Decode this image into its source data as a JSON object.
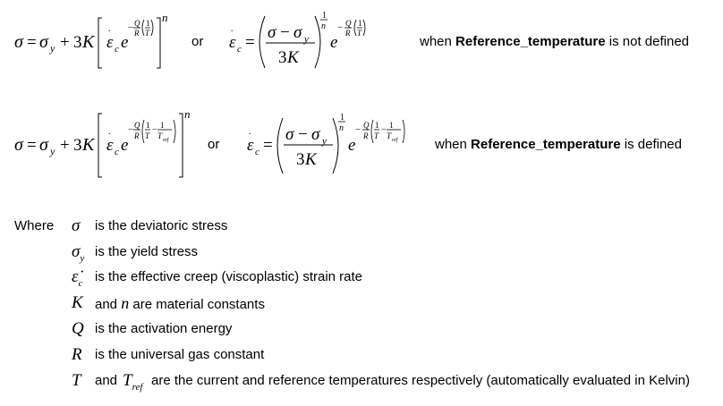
{
  "equations": {
    "row1": {
      "or_label": "or",
      "condition_prefix": "when ",
      "condition_keyword": "Reference_temperature",
      "condition_suffix": " is not defined"
    },
    "row2": {
      "or_label": "or",
      "condition_prefix": "when ",
      "condition_keyword": "Reference_temperature",
      "condition_suffix": " is defined"
    }
  },
  "where_label": "Where",
  "definitions": [
    {
      "symbol": "σ",
      "text": "is the deviatoric stress"
    },
    {
      "symbol": "σ",
      "subscript": "y",
      "text": "is the yield stress"
    },
    {
      "symbol": "ε̇",
      "subscript": "c",
      "text": "is the effective creep (viscoplastic) strain rate"
    },
    {
      "symbol": "K",
      "connector": "and",
      "symbol2": "n",
      "text": "are material constants"
    },
    {
      "symbol": "Q",
      "text": "is the activation energy"
    },
    {
      "symbol": "R",
      "text": "is the universal gas constant"
    },
    {
      "symbol": "T",
      "connector": "and",
      "symbol2": "T",
      "subscript2": "ref",
      "text": "are the current and reference temperatures respectively (automatically evaluated in Kelvin)"
    }
  ]
}
